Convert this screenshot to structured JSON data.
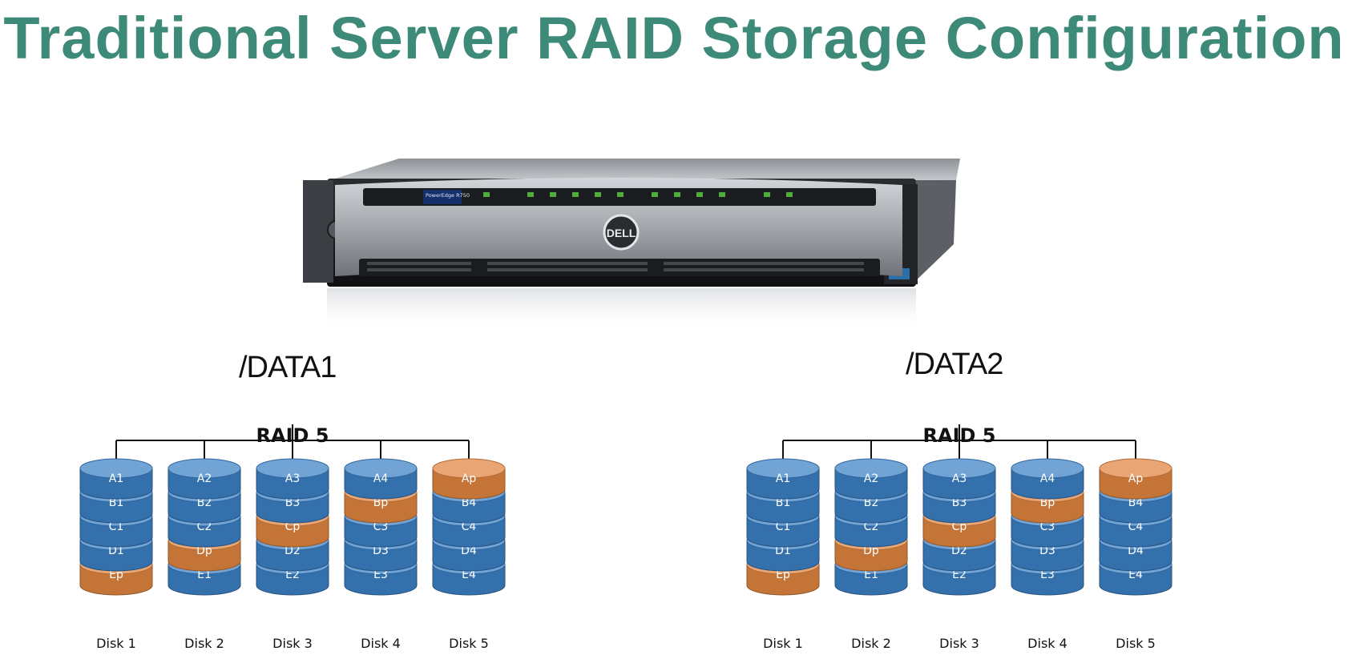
{
  "title": "Traditional Server RAID Storage Configuration",
  "colors": {
    "title": "#3e8a78",
    "data_block": "#3a7fc4",
    "parity_block": "#e0843e",
    "connector": "#111111"
  },
  "server": {
    "model_text": "PowerEdge R750",
    "brand": "DELL"
  },
  "volumes": [
    {
      "label": "/DATA1",
      "raid_level": "RAID 5",
      "disks": [
        {
          "label": "Disk 1",
          "blocks": [
            "A1",
            "B1",
            "C1",
            "D1",
            "Ep"
          ]
        },
        {
          "label": "Disk 2",
          "blocks": [
            "A2",
            "B2",
            "C2",
            "Dp",
            "E1"
          ]
        },
        {
          "label": "Disk 3",
          "blocks": [
            "A3",
            "B3",
            "Cp",
            "D2",
            "E2"
          ]
        },
        {
          "label": "Disk 4",
          "blocks": [
            "A4",
            "Bp",
            "C3",
            "D3",
            "E3"
          ]
        },
        {
          "label": "Disk 5",
          "blocks": [
            "Ap",
            "B4",
            "C4",
            "D4",
            "E4"
          ]
        }
      ]
    },
    {
      "label": "/DATA2",
      "raid_level": "RAID 5",
      "disks": [
        {
          "label": "Disk 1",
          "blocks": [
            "A1",
            "B1",
            "C1",
            "D1",
            "Ep"
          ]
        },
        {
          "label": "Disk 2",
          "blocks": [
            "A2",
            "B2",
            "C2",
            "Dp",
            "E1"
          ]
        },
        {
          "label": "Disk 3",
          "blocks": [
            "A3",
            "B3",
            "Cp",
            "D2",
            "E2"
          ]
        },
        {
          "label": "Disk 4",
          "blocks": [
            "A4",
            "Bp",
            "C3",
            "D3",
            "E3"
          ]
        },
        {
          "label": "Disk 5",
          "blocks": [
            "Ap",
            "B4",
            "C4",
            "D4",
            "E4"
          ]
        }
      ]
    }
  ]
}
